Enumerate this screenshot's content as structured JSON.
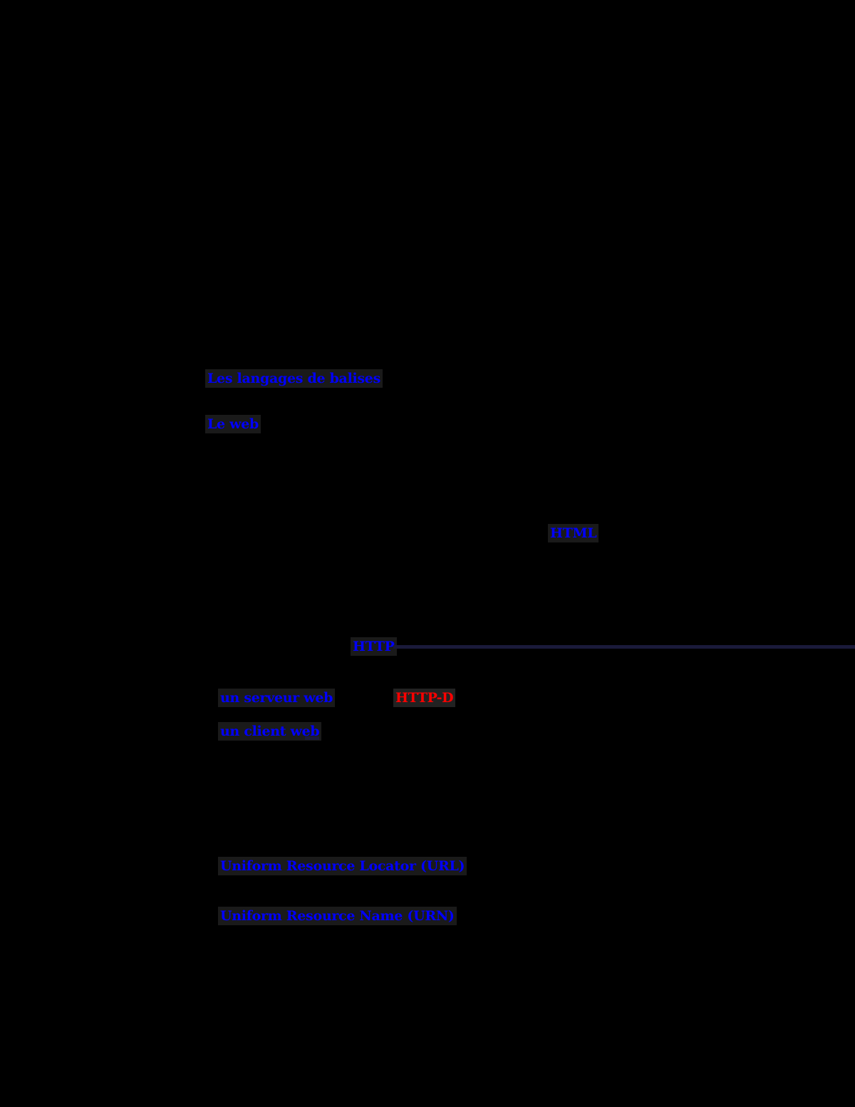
{
  "page": {
    "background_color": "#000000",
    "link_color": "#0000ff",
    "link_highlight_color": "#1a1a1a",
    "rule_color": "#1a1a3a"
  },
  "sections": [
    {
      "label": "Les langages de balises"
    },
    {
      "label": "Le web"
    }
  ],
  "links": {
    "html": "HTML",
    "http": "HTTP",
    "serveur_web": "un serveur web",
    "httpd": "HTTP-D",
    "client_web": "un client web",
    "url": "Uniform Resource Locator (URL)",
    "urn": "Uniform Resource Name (URN)"
  },
  "colors": {
    "httpd_text": "#ff0000"
  }
}
